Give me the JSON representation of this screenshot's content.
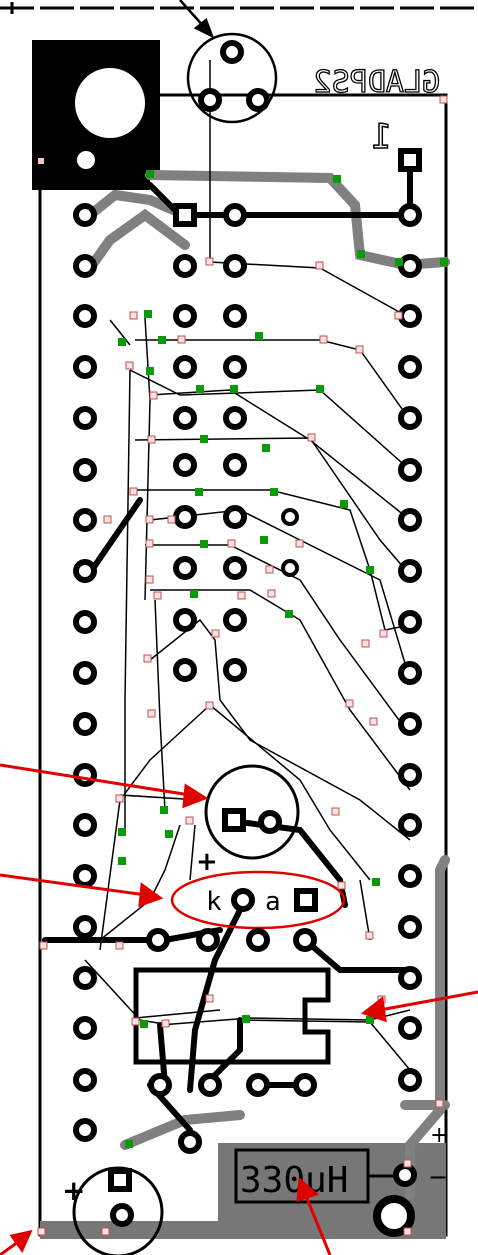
{
  "labels": {
    "mirrored_title": "GLADPS2",
    "mirrored_digit": "1",
    "k_label": "k",
    "a_label": "a",
    "inductor_value": "330uH",
    "plus_left": "+",
    "plus_mid": "+",
    "plus_right": "+",
    "minus_right": "−"
  },
  "colors": {
    "copper": "#000000",
    "trace_grey": "#808080",
    "via_green": "#0a9a0a",
    "via_pink": "#f2c6c6",
    "annotation_red": "#e00000",
    "ground_fill": "#777777"
  }
}
